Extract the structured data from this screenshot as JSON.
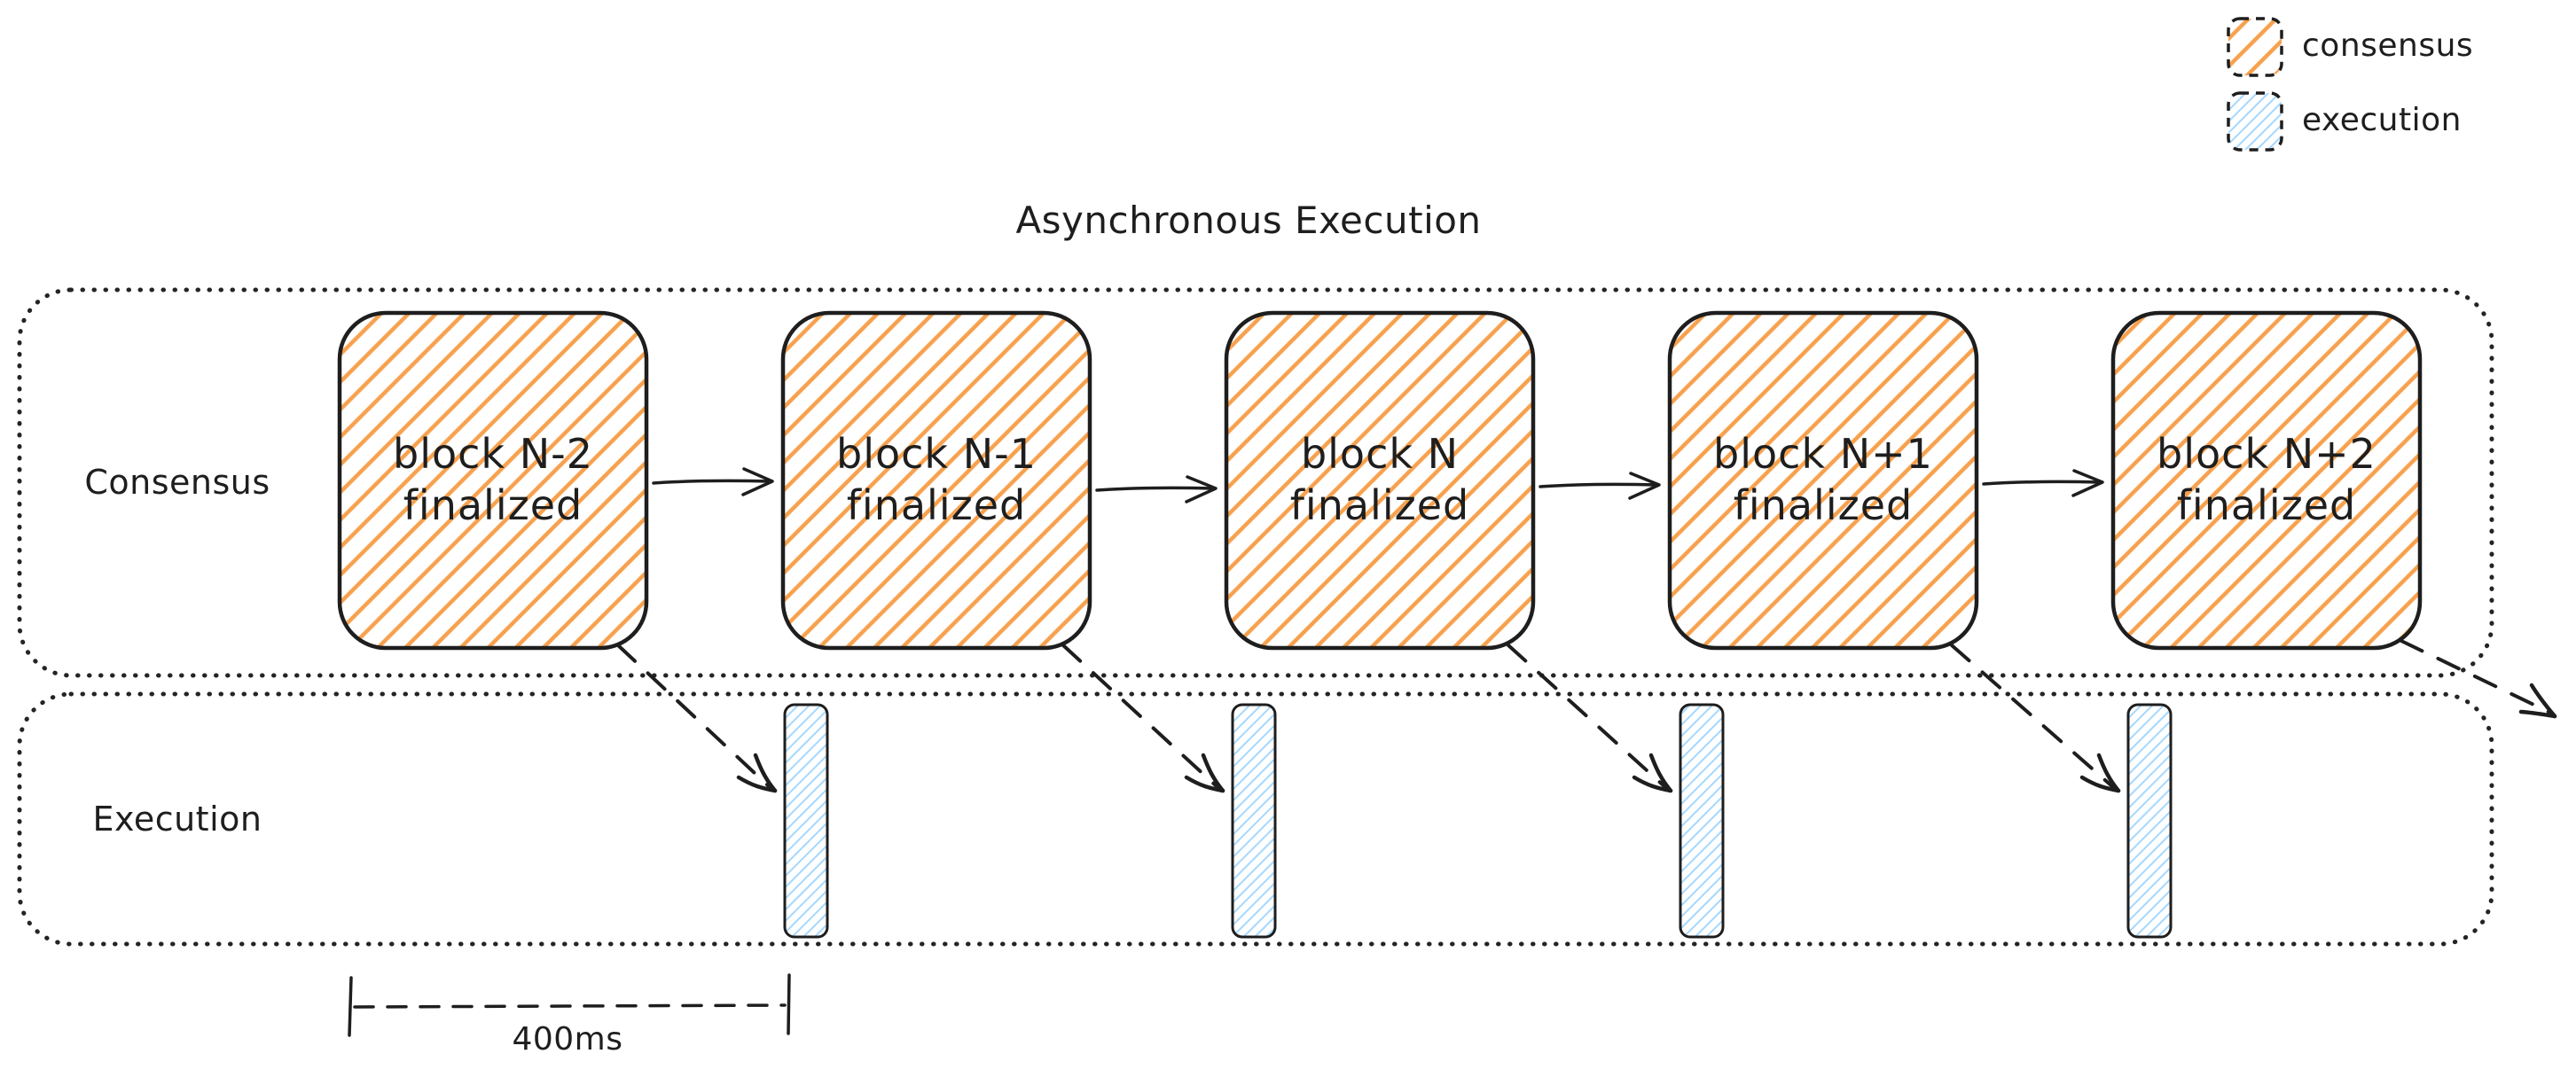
{
  "title": "Asynchronous Execution",
  "legend": {
    "items": [
      {
        "id": "consensus",
        "label": "consensus",
        "swatch_color": "#f7a14e"
      },
      {
        "id": "execution",
        "label": "execution",
        "swatch_color": "#a5d8ff"
      }
    ]
  },
  "lanes": [
    {
      "id": "consensus",
      "label": "Consensus"
    },
    {
      "id": "execution",
      "label": "Execution"
    }
  ],
  "consensus_blocks": [
    {
      "line1": "block N-2",
      "line2": "finalized"
    },
    {
      "line1": "block N-1",
      "line2": "finalized"
    },
    {
      "line1": "block N",
      "line2": "finalized"
    },
    {
      "line1": "block N+1",
      "line2": "finalized"
    },
    {
      "line1": "block N+2",
      "line2": "finalized"
    }
  ],
  "measure": {
    "label": "400ms"
  },
  "colors": {
    "consensus_hatch": "#f7a14e",
    "execution_hatch": "#a5d8ff",
    "outline": "#1e1e1e",
    "background": "#ffffff"
  }
}
